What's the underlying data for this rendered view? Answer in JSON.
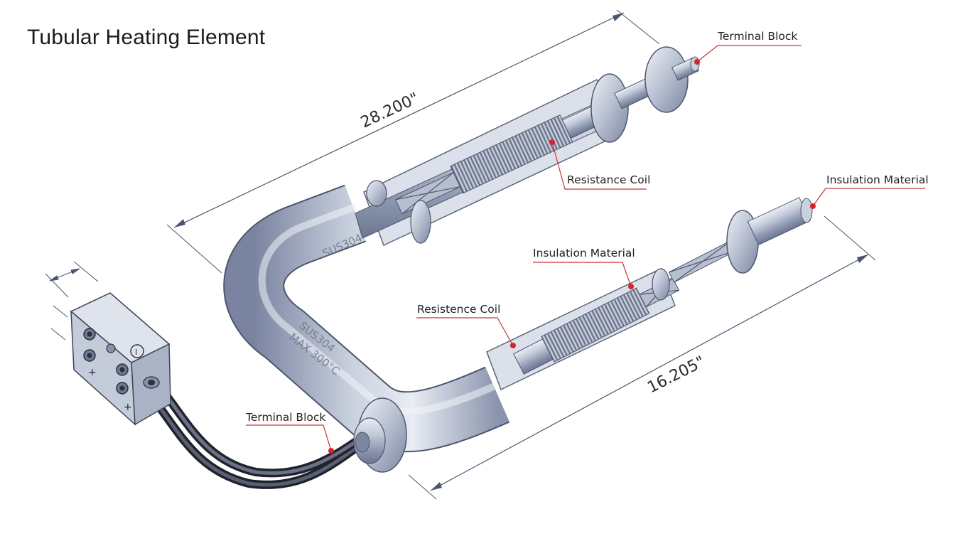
{
  "title": "Tubular Heating Element",
  "callouts": {
    "terminal_block_top": "Terminal Block",
    "resistance_coil_top": "Resistance Coil",
    "insulation_material_right": "Insulation Material",
    "insulation_material_mid": "Insulation Material",
    "resistence_coil_lower": "Resistence Coil",
    "terminal_block_bottom": "Terminal Block"
  },
  "dimensions": {
    "upper_length": "28.200\"",
    "lower_length": "16.205\""
  },
  "engraving": {
    "upper_bend": "SUS304",
    "lower_bend_line1": "SUS304",
    "lower_bend_line2": "MAX 300°C"
  },
  "junction_box": {
    "plus_1": "+",
    "plus_2": "+",
    "switch_symbol": "I"
  },
  "colors": {
    "callout_marker": "#d8232a",
    "dimension_line": "#4a5670",
    "tube_metal": "#9aa6bf"
  }
}
